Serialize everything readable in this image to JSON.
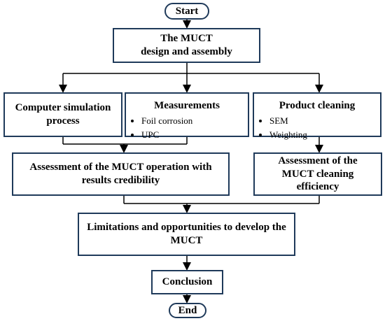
{
  "nodes": {
    "start": "Start",
    "design_line1": "The MUCT",
    "design_line2": "design and assembly",
    "sim_line1": "Computer simulation",
    "sim_line2": "process",
    "meas_title": "Measurements",
    "meas_items": [
      "Foil corrosion",
      "UPC"
    ],
    "clean_title": "Product cleaning",
    "clean_items": [
      "SEM",
      "Weighting"
    ],
    "assess_op_line1": "Assessment of the MUCT operation with",
    "assess_op_line2": "results credibility",
    "assess_clean_line1": "Assessment of the",
    "assess_clean_line2": "MUCT cleaning",
    "assess_clean_line3": "efficiency",
    "limit_line1": "Limitations and opportunities to develop the",
    "limit_line2": "MUCT",
    "conclusion": "Conclusion",
    "end": "End"
  },
  "colors": {
    "border": "#1f3a5a",
    "connector": "#000000"
  }
}
